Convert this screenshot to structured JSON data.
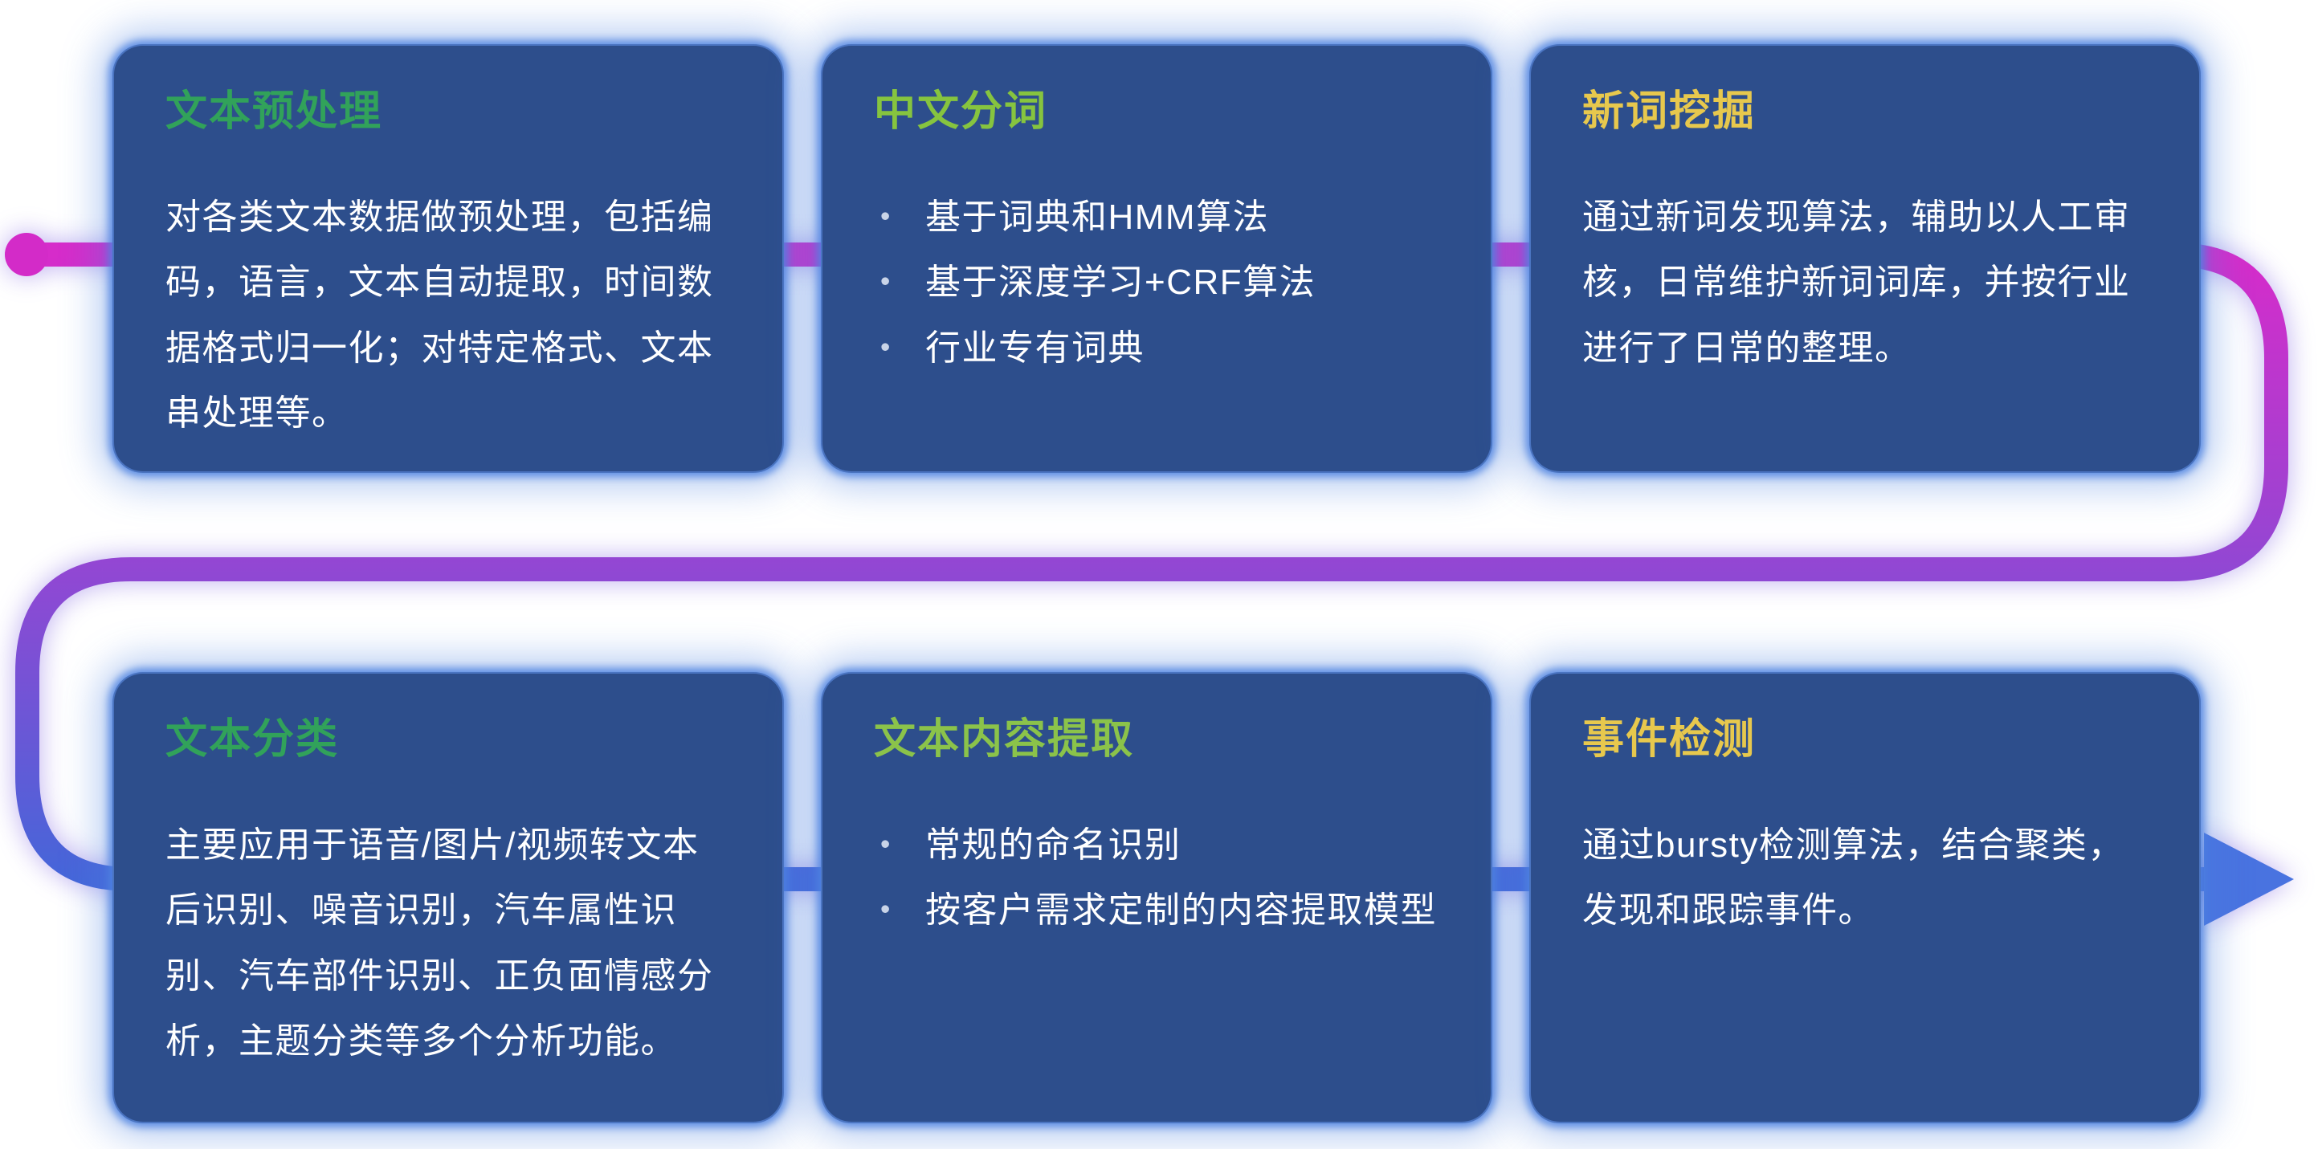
{
  "diagram": {
    "background_color": "#ffffff",
    "card_background": "#2d4e8c",
    "card_glow_color": "#4d82e1",
    "body_text_color": "#ffffff",
    "bullet_marker": "•",
    "connector": {
      "start_dot_color": "#d32bc8",
      "gradient_stops": [
        "#d62cca",
        "#9247d3",
        "#4566d9"
      ],
      "arrow_color": "#4973e0"
    },
    "cards": [
      {
        "id": "text-preprocessing",
        "title": "文本预处理",
        "title_color": "#31a25a",
        "body": "对各类文本数据做预处理，包括编码，语言，文本自动提取，时间数据格式归一化；对特定格式、文本串处理等。",
        "bullets": []
      },
      {
        "id": "chinese-word-segmentation",
        "title": "中文分词",
        "title_color": "#86c43f",
        "body": "",
        "bullets": [
          "基于词典和HMM算法",
          "基于深度学习+CRF算法",
          "行业专有词典"
        ]
      },
      {
        "id": "new-word-mining",
        "title": "新词挖掘",
        "title_color": "#e7c84d",
        "body": "通过新词发现算法，辅助以人工审核，日常维护新词词库，并按行业进行了日常的整理。",
        "bullets": []
      },
      {
        "id": "text-classification",
        "title": "文本分类",
        "title_color": "#31a25a",
        "body": "主要应用于语音/图片/视频转文本后识别、噪音识别，汽车属性识别、汽车部件识别、正负面情感分析，主题分类等多个分析功能。",
        "bullets": []
      },
      {
        "id": "text-content-extraction",
        "title": "文本内容提取",
        "title_color": "#8bc34a",
        "body": "",
        "bullets": [
          "常规的命名识别",
          "按客户需求定制的内容提取模型"
        ]
      },
      {
        "id": "event-detection",
        "title": "事件检测",
        "title_color": "#e7c84d",
        "body": "通过bursty检测算法，结合聚类，发现和跟踪事件。",
        "bullets": []
      }
    ]
  }
}
